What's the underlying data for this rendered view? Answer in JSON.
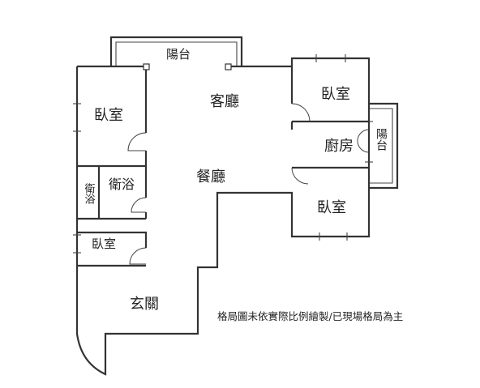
{
  "plan": {
    "rooms": {
      "balcony_top": "陽台",
      "living_room": "客廳",
      "bedroom_top_left": "臥室",
      "bedroom_top_right": "臥室",
      "kitchen": "廚房",
      "balcony_side": "陽台",
      "dining_room": "餐廳",
      "bathroom_small": "衛浴",
      "bathroom": "衛浴",
      "bedroom_small": "臥室",
      "bedroom_bottom_right": "臥室",
      "entrance": "玄關"
    },
    "note": "格局圖未依實際比例繪製/已現場格局為主"
  }
}
